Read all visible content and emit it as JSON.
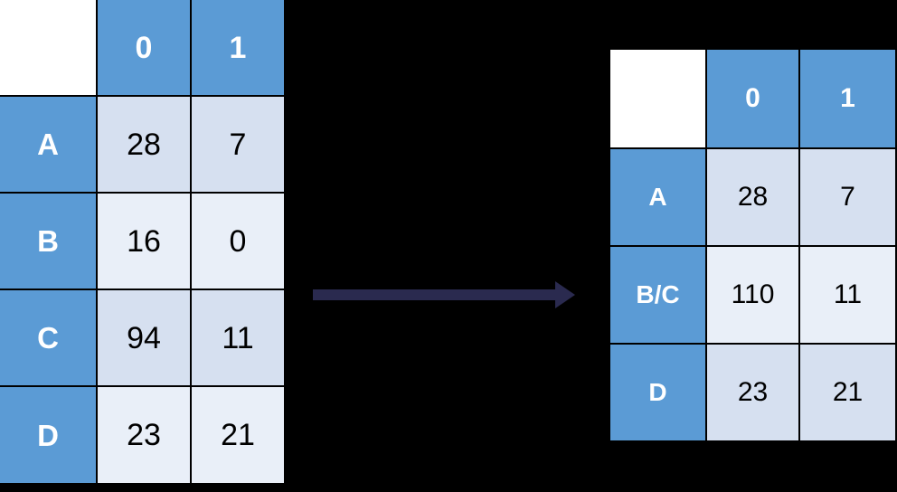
{
  "diagram": {
    "type": "table-transformation",
    "background_color": "#000000",
    "accent_blue": "#5b9bd5",
    "band_dark": "#d6e0f0",
    "band_light": "#e9eff8",
    "arrow_color": "#2a2a4f",
    "arrow": {
      "icon": "right-arrow-icon",
      "direction": "right",
      "label": ""
    },
    "tables": {
      "before": {
        "corner_label": "",
        "column_headers": [
          "0",
          "1"
        ],
        "rows": [
          {
            "header": "A",
            "values": [
              "28",
              "7"
            ],
            "band": "dark"
          },
          {
            "header": "B",
            "values": [
              "16",
              "0"
            ],
            "band": "light"
          },
          {
            "header": "C",
            "values": [
              "94",
              "11"
            ],
            "band": "dark"
          },
          {
            "header": "D",
            "values": [
              "23",
              "21"
            ],
            "band": "light"
          }
        ]
      },
      "after": {
        "corner_label": "",
        "column_headers": [
          "0",
          "1"
        ],
        "rows": [
          {
            "header": "A",
            "values": [
              "28",
              "7"
            ],
            "band": "dark"
          },
          {
            "header": "B/C",
            "values": [
              "110",
              "11"
            ],
            "band": "light"
          },
          {
            "header": "D",
            "values": [
              "23",
              "21"
            ],
            "band": "dark"
          }
        ]
      }
    }
  }
}
